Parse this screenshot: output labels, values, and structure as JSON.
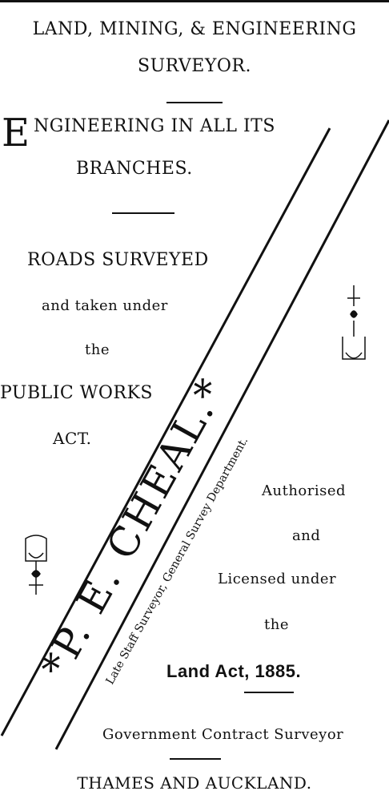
{
  "header": {
    "line1": "LAND, MINING, & ENGINEERING",
    "line2": "SURVEYOR."
  },
  "engineering": {
    "dropcap": "E",
    "line1_rest": "NGINEERING IN ALL ITS",
    "line2": "BRANCHES."
  },
  "roads": {
    "line1": "ROADS SURVEYED",
    "line2": "and taken under",
    "line3": "the",
    "line4": "PUBLIC WORKS",
    "line5": "ACT."
  },
  "diagonal": {
    "name": "*P. E. CHEAL.*",
    "subtitle": "Late Staff Surveyor, General Survey Department."
  },
  "authorised": {
    "line1": "Authorised",
    "line2": "and",
    "line3": "Licensed under",
    "line4": "the",
    "line5": "Land Act, 1885."
  },
  "contract": "Government Contract Surveyor",
  "footer": "THAMES AND AUCKLAND."
}
